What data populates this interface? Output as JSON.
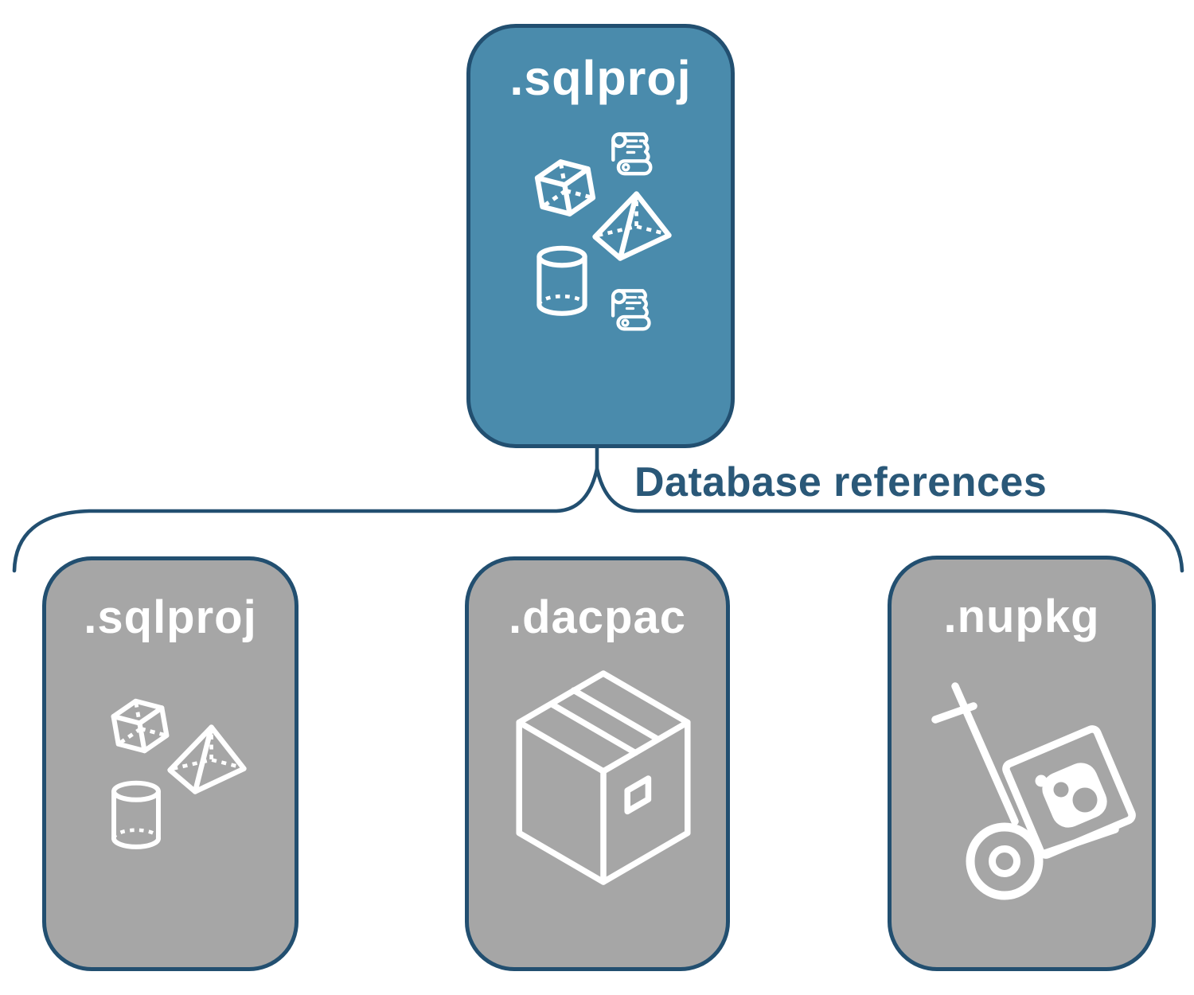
{
  "diagram": {
    "root_card": {
      "label": ".sqlproj"
    },
    "connector": {
      "label": "Database references"
    },
    "children": [
      {
        "label": ".sqlproj"
      },
      {
        "label": ".dacpac"
      },
      {
        "label": ".nupkg"
      }
    ],
    "colors": {
      "accent_blue": "#4A8BAC",
      "outline_navy": "#224F70",
      "label_navy": "#2A5878",
      "card_gray": "#A6A6A6",
      "icon_white": "#FFFFFF"
    }
  }
}
